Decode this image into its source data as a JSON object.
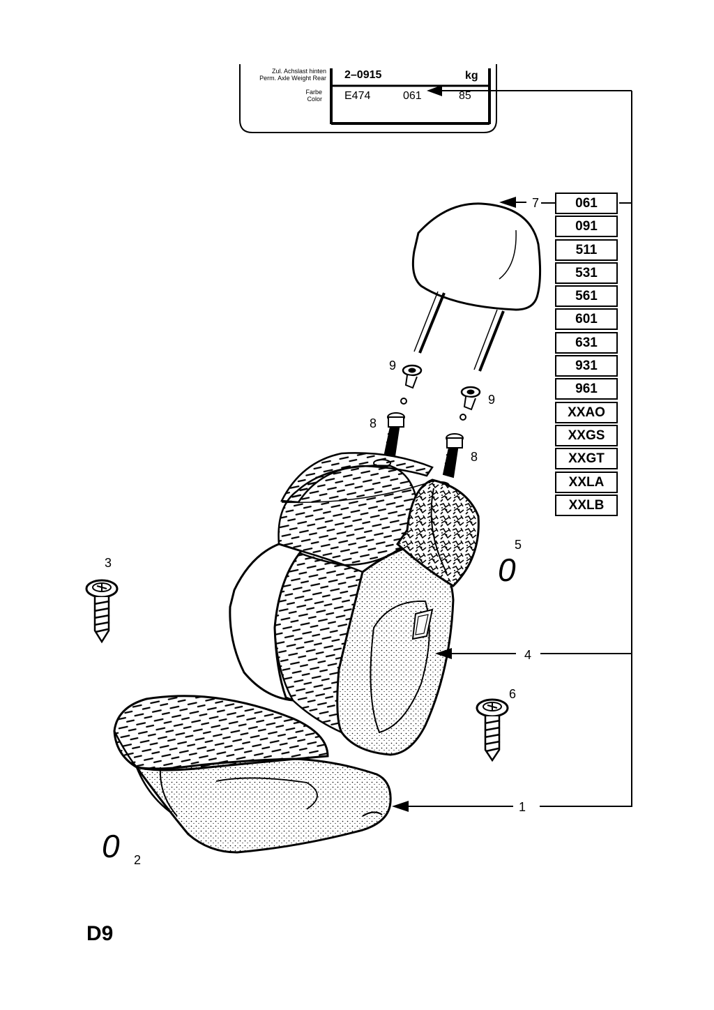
{
  "plate": {
    "axle_label_de": "Zul. Achslast hinten",
    "axle_label_en": "Perm. Axle Weight Rear",
    "axle_value": "2–0915",
    "axle_unit": "kg",
    "color_label_de": "Farbe",
    "color_label_en": "Color",
    "color_code_1": "E474",
    "color_code_2": "061",
    "color_code_3": "85"
  },
  "callouts": {
    "p1": "1",
    "p2": "2",
    "p3": "3",
    "p4": "4",
    "p5": "5",
    "p6": "6",
    "p7": "7",
    "p8_left": "8",
    "p8_right": "8",
    "p9_left": "9",
    "p9_right": "9"
  },
  "seal_ring_symbol": "0",
  "color_codes": [
    "061",
    "091",
    "511",
    "531",
    "561",
    "601",
    "631",
    "931",
    "961",
    "XXAO",
    "XXGS",
    "XXGT",
    "XXLA",
    "XXLB"
  ],
  "sheet_id": "D9"
}
